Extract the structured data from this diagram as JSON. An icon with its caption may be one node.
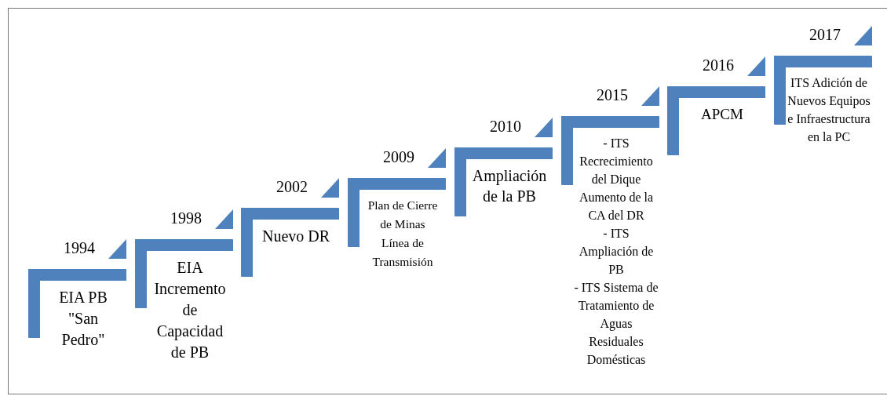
{
  "diagram": {
    "nodes": [
      {
        "text": [
          "1994",
          "EIA PB \"San Pedro\""
        ]
      },
      {
        "text": [
          "1998",
          "EIA Incremento de Capacidad de PB"
        ]
      },
      {
        "text": [
          "2002",
          "Nuevo DR"
        ]
      },
      {
        "text": [
          "2009",
          "Plan de Cierre de Minas",
          "Línea de Transmisión"
        ]
      },
      {
        "text": [
          "2010",
          "Ampliación de la PB"
        ]
      },
      {
        "text": [
          "2015",
          "- ITS Recrecimiento del Dique",
          "Aumento de la CA del DR"
        ],
        "beside": [
          "- ITS Ampliación de PB",
          "- ITS Sistema de Tratamiento de Aguas Residuales Domésticas"
        ]
      },
      {
        "text": [
          "2016",
          "APCM"
        ]
      },
      {
        "text": [
          "2017",
          "ITS Adición de Nuevos Equipos e Infraestructura en la PC"
        ]
      }
    ]
  }
}
